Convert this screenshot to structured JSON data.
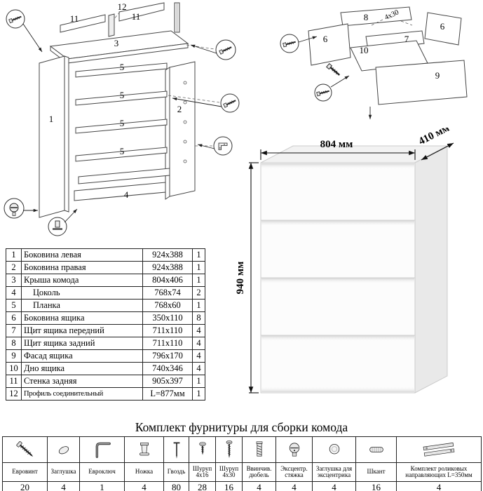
{
  "dimensions": {
    "width": "804 мм",
    "depth": "410 мм",
    "height": "940 мм"
  },
  "frame_labels": {
    "n1": "1",
    "n2": "2",
    "n3": "3",
    "n4": "4",
    "n5": "5",
    "n11": "11",
    "n12": "12"
  },
  "drawer_labels": {
    "n6": "6",
    "n7": "7",
    "n8": "8",
    "n9": "9",
    "n10": "10",
    "screw_note": "4x30"
  },
  "parts_table": {
    "rows": [
      {
        "num": "1",
        "name": "Боковина левая",
        "size": "924x388",
        "qty": "1"
      },
      {
        "num": "2",
        "name": "Боковина правая",
        "size": "924x388",
        "qty": "1"
      },
      {
        "num": "3",
        "name": "Крыша комода",
        "size": "804x406",
        "qty": "1"
      },
      {
        "num": "4",
        "name": "Цоколь",
        "size": "768x74",
        "qty": "2"
      },
      {
        "num": "5",
        "name": "Планка",
        "size": "768x60",
        "qty": "1"
      },
      {
        "num": "6",
        "name": "Боковина ящика",
        "size": "350x110",
        "qty": "8"
      },
      {
        "num": "7",
        "name": "Щит ящика передний",
        "size": "711x110",
        "qty": "4"
      },
      {
        "num": "8",
        "name": "Щит ящика задний",
        "size": "711x110",
        "qty": "4"
      },
      {
        "num": "9",
        "name": "Фасад ящика",
        "size": "796x170",
        "qty": "4"
      },
      {
        "num": "10",
        "name": "Дно ящика",
        "size": "740x346",
        "qty": "4"
      },
      {
        "num": "11",
        "name": "Стенка задняя",
        "size": "905x397",
        "qty": "1"
      },
      {
        "num": "12",
        "name": "Профиль соединительный",
        "size": "L=877мм",
        "qty": "1"
      }
    ]
  },
  "hardware": {
    "title": "Комплект фурнитуры для сборки комода",
    "items": [
      {
        "icon": "confirmat-screw-icon",
        "label": "Евровинт",
        "qty": "20"
      },
      {
        "icon": "cap-plug-icon",
        "label": "Заглушка",
        "qty": "4"
      },
      {
        "icon": "hex-key-icon",
        "label": "Евроключ",
        "qty": "1"
      },
      {
        "icon": "furniture-foot-icon",
        "label": "Ножка",
        "qty": "4"
      },
      {
        "icon": "nail-icon",
        "label": "Гвоздь",
        "qty": "80"
      },
      {
        "icon": "screw-4x16-icon",
        "label": "Шуруп 4x16",
        "qty": "28"
      },
      {
        "icon": "screw-4x30-icon",
        "label": "Шуруп 4x30",
        "qty": "16"
      },
      {
        "icon": "screw-in-dowel-icon",
        "label": "Ввинчив. дюбель",
        "qty": "4"
      },
      {
        "icon": "cam-lock-icon",
        "label": "Эксцентр. стяжка",
        "qty": "4"
      },
      {
        "icon": "cam-cap-icon",
        "label": "Заглушка для эксцентрика",
        "qty": "4"
      },
      {
        "icon": "wood-dowel-icon",
        "label": "Шкант",
        "qty": "16"
      },
      {
        "icon": "drawer-slides-icon",
        "label": "Комплект роликовых направляющих L=350мм",
        "qty": "4"
      }
    ]
  }
}
